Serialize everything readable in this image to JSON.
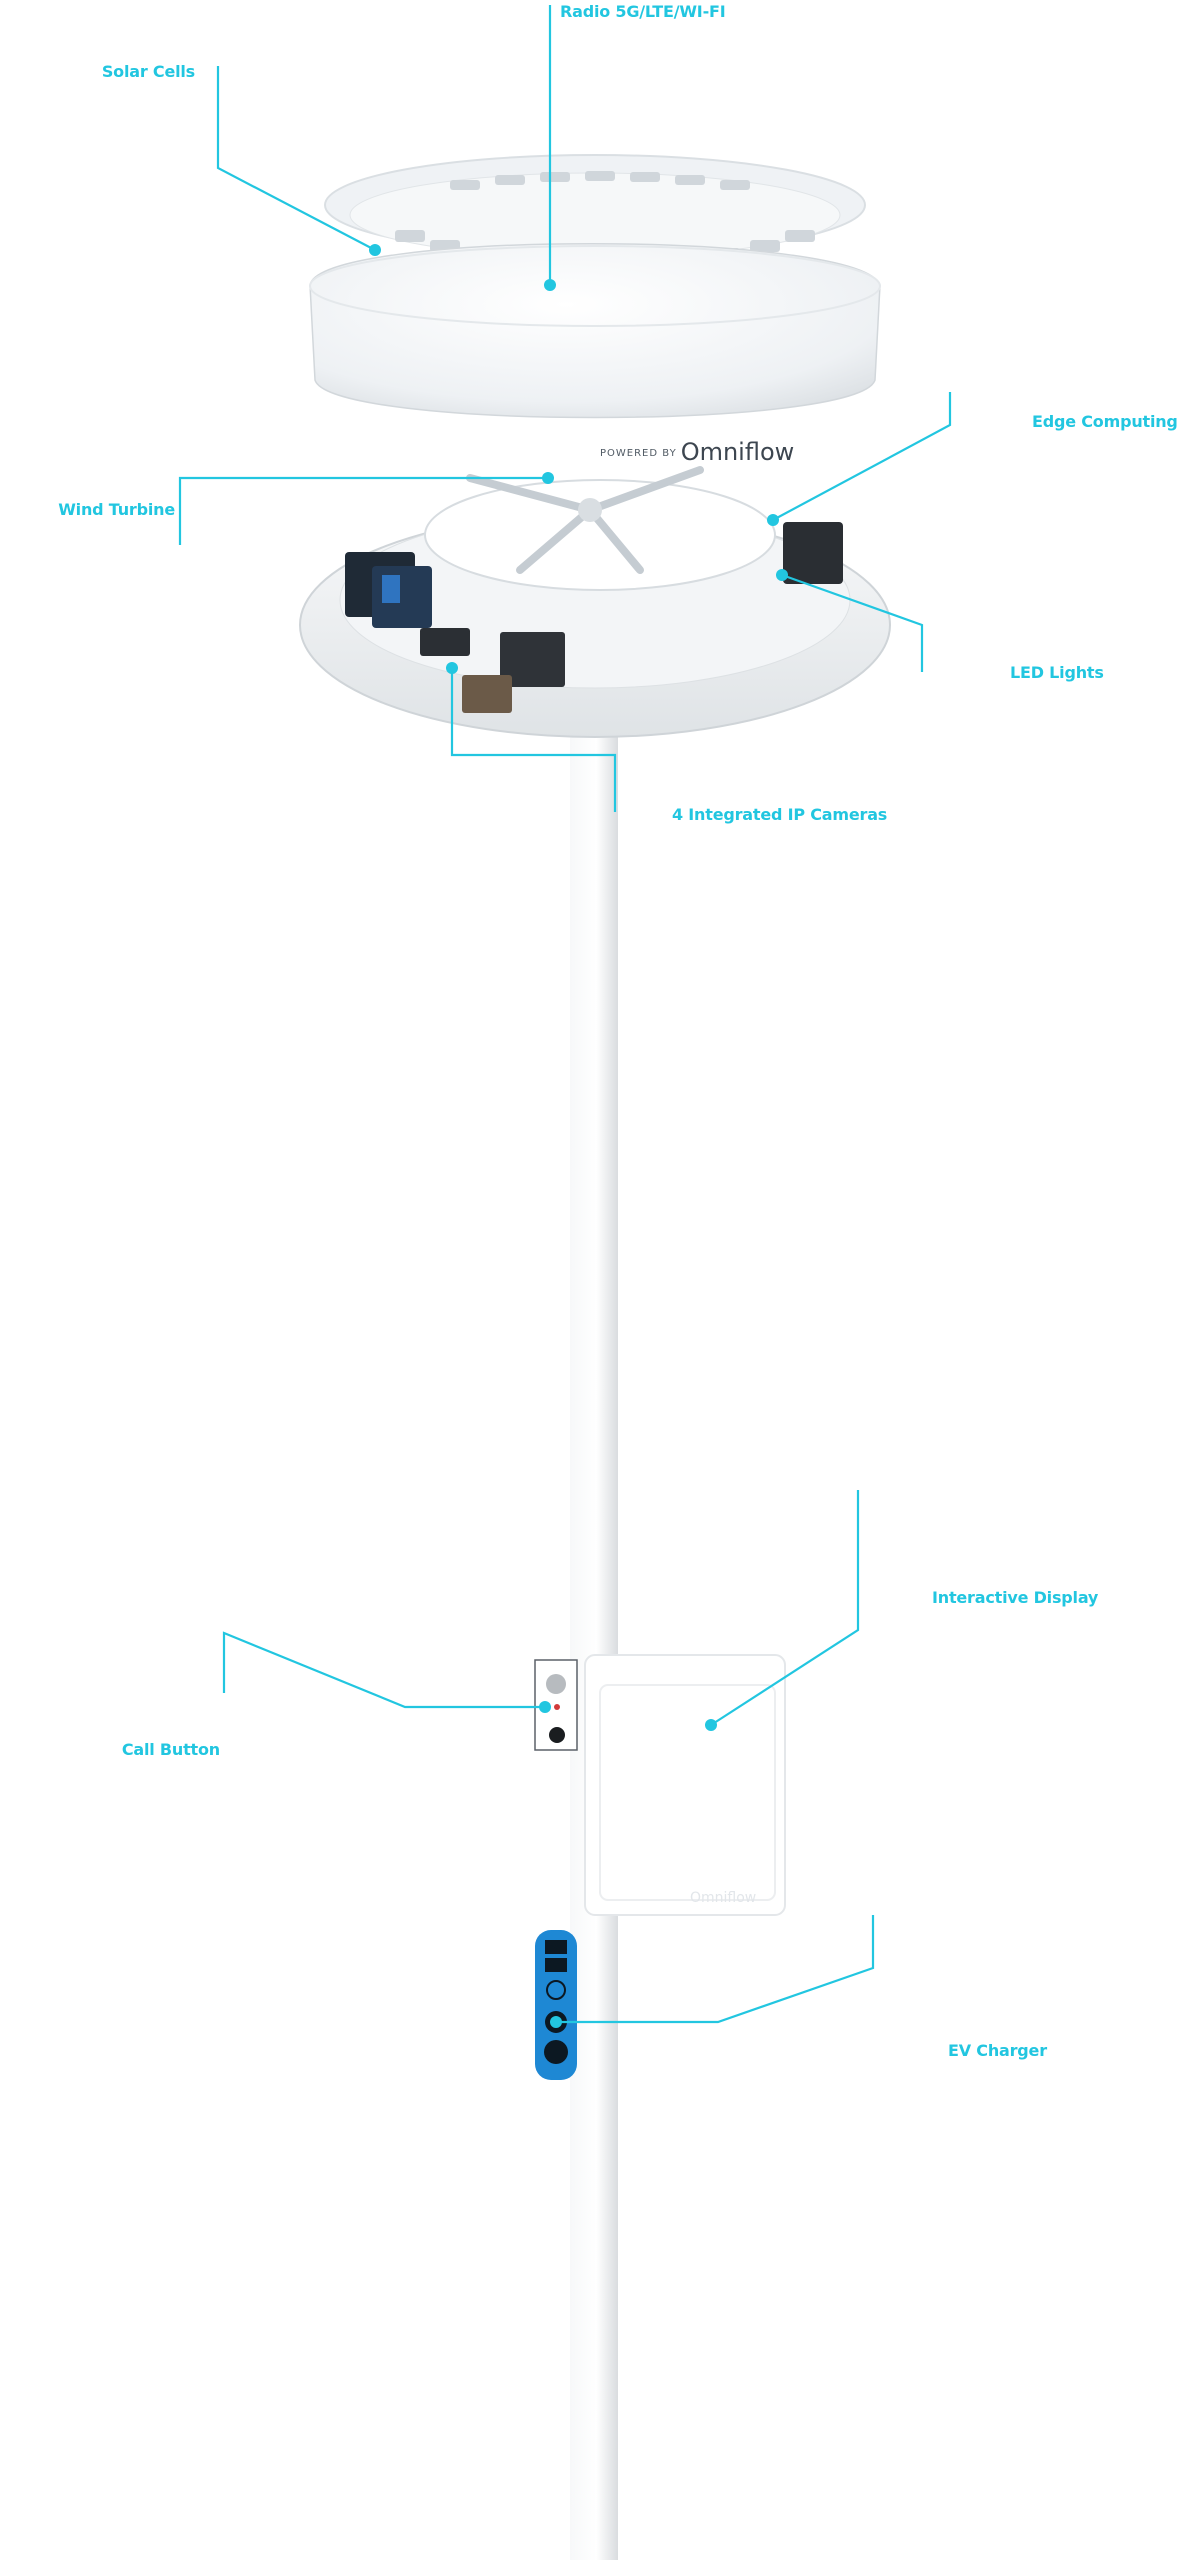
{
  "brand": {
    "powered_by": "POWERED BY",
    "name": "Omniflow"
  },
  "display_logo": "Omniflow",
  "callouts": [
    {
      "id": "radio",
      "title": "Radio 5G/LTE/WI-FI",
      "desc": [
        "",
        ""
      ]
    },
    {
      "id": "solar",
      "title": "Solar Cells",
      "desc": [
        "",
        "",
        ""
      ]
    },
    {
      "id": "edge",
      "title": "Edge Computing",
      "desc": [
        "",
        ""
      ]
    },
    {
      "id": "wind",
      "title": "Wind Turbine",
      "desc": [
        "",
        "",
        ""
      ]
    },
    {
      "id": "led",
      "title": "LED Lights",
      "desc": [
        "",
        ""
      ]
    },
    {
      "id": "cameras",
      "title": "4 Integrated IP Cameras",
      "desc": [
        "",
        "",
        ""
      ]
    },
    {
      "id": "display",
      "title": "Interactive Display",
      "desc": [
        "",
        ""
      ]
    },
    {
      "id": "call",
      "title": "Call Button",
      "desc": [
        "",
        "",
        ""
      ]
    },
    {
      "id": "ev",
      "title": "EV Charger",
      "desc": [
        "",
        "",
        ""
      ]
    }
  ],
  "colors": {
    "accent": "#22c6e0",
    "background": "#ffffff",
    "dome": "#f4f6f8",
    "pole": "#eceef0",
    "ev_panel": "#1e88d4",
    "muted_text": "#d8dde2"
  },
  "icons": [
    "solar-panel-icon",
    "wind-turbine-icon",
    "battery-icon",
    "camera-icon",
    "charging-port-icon",
    "speaker-icon"
  ]
}
